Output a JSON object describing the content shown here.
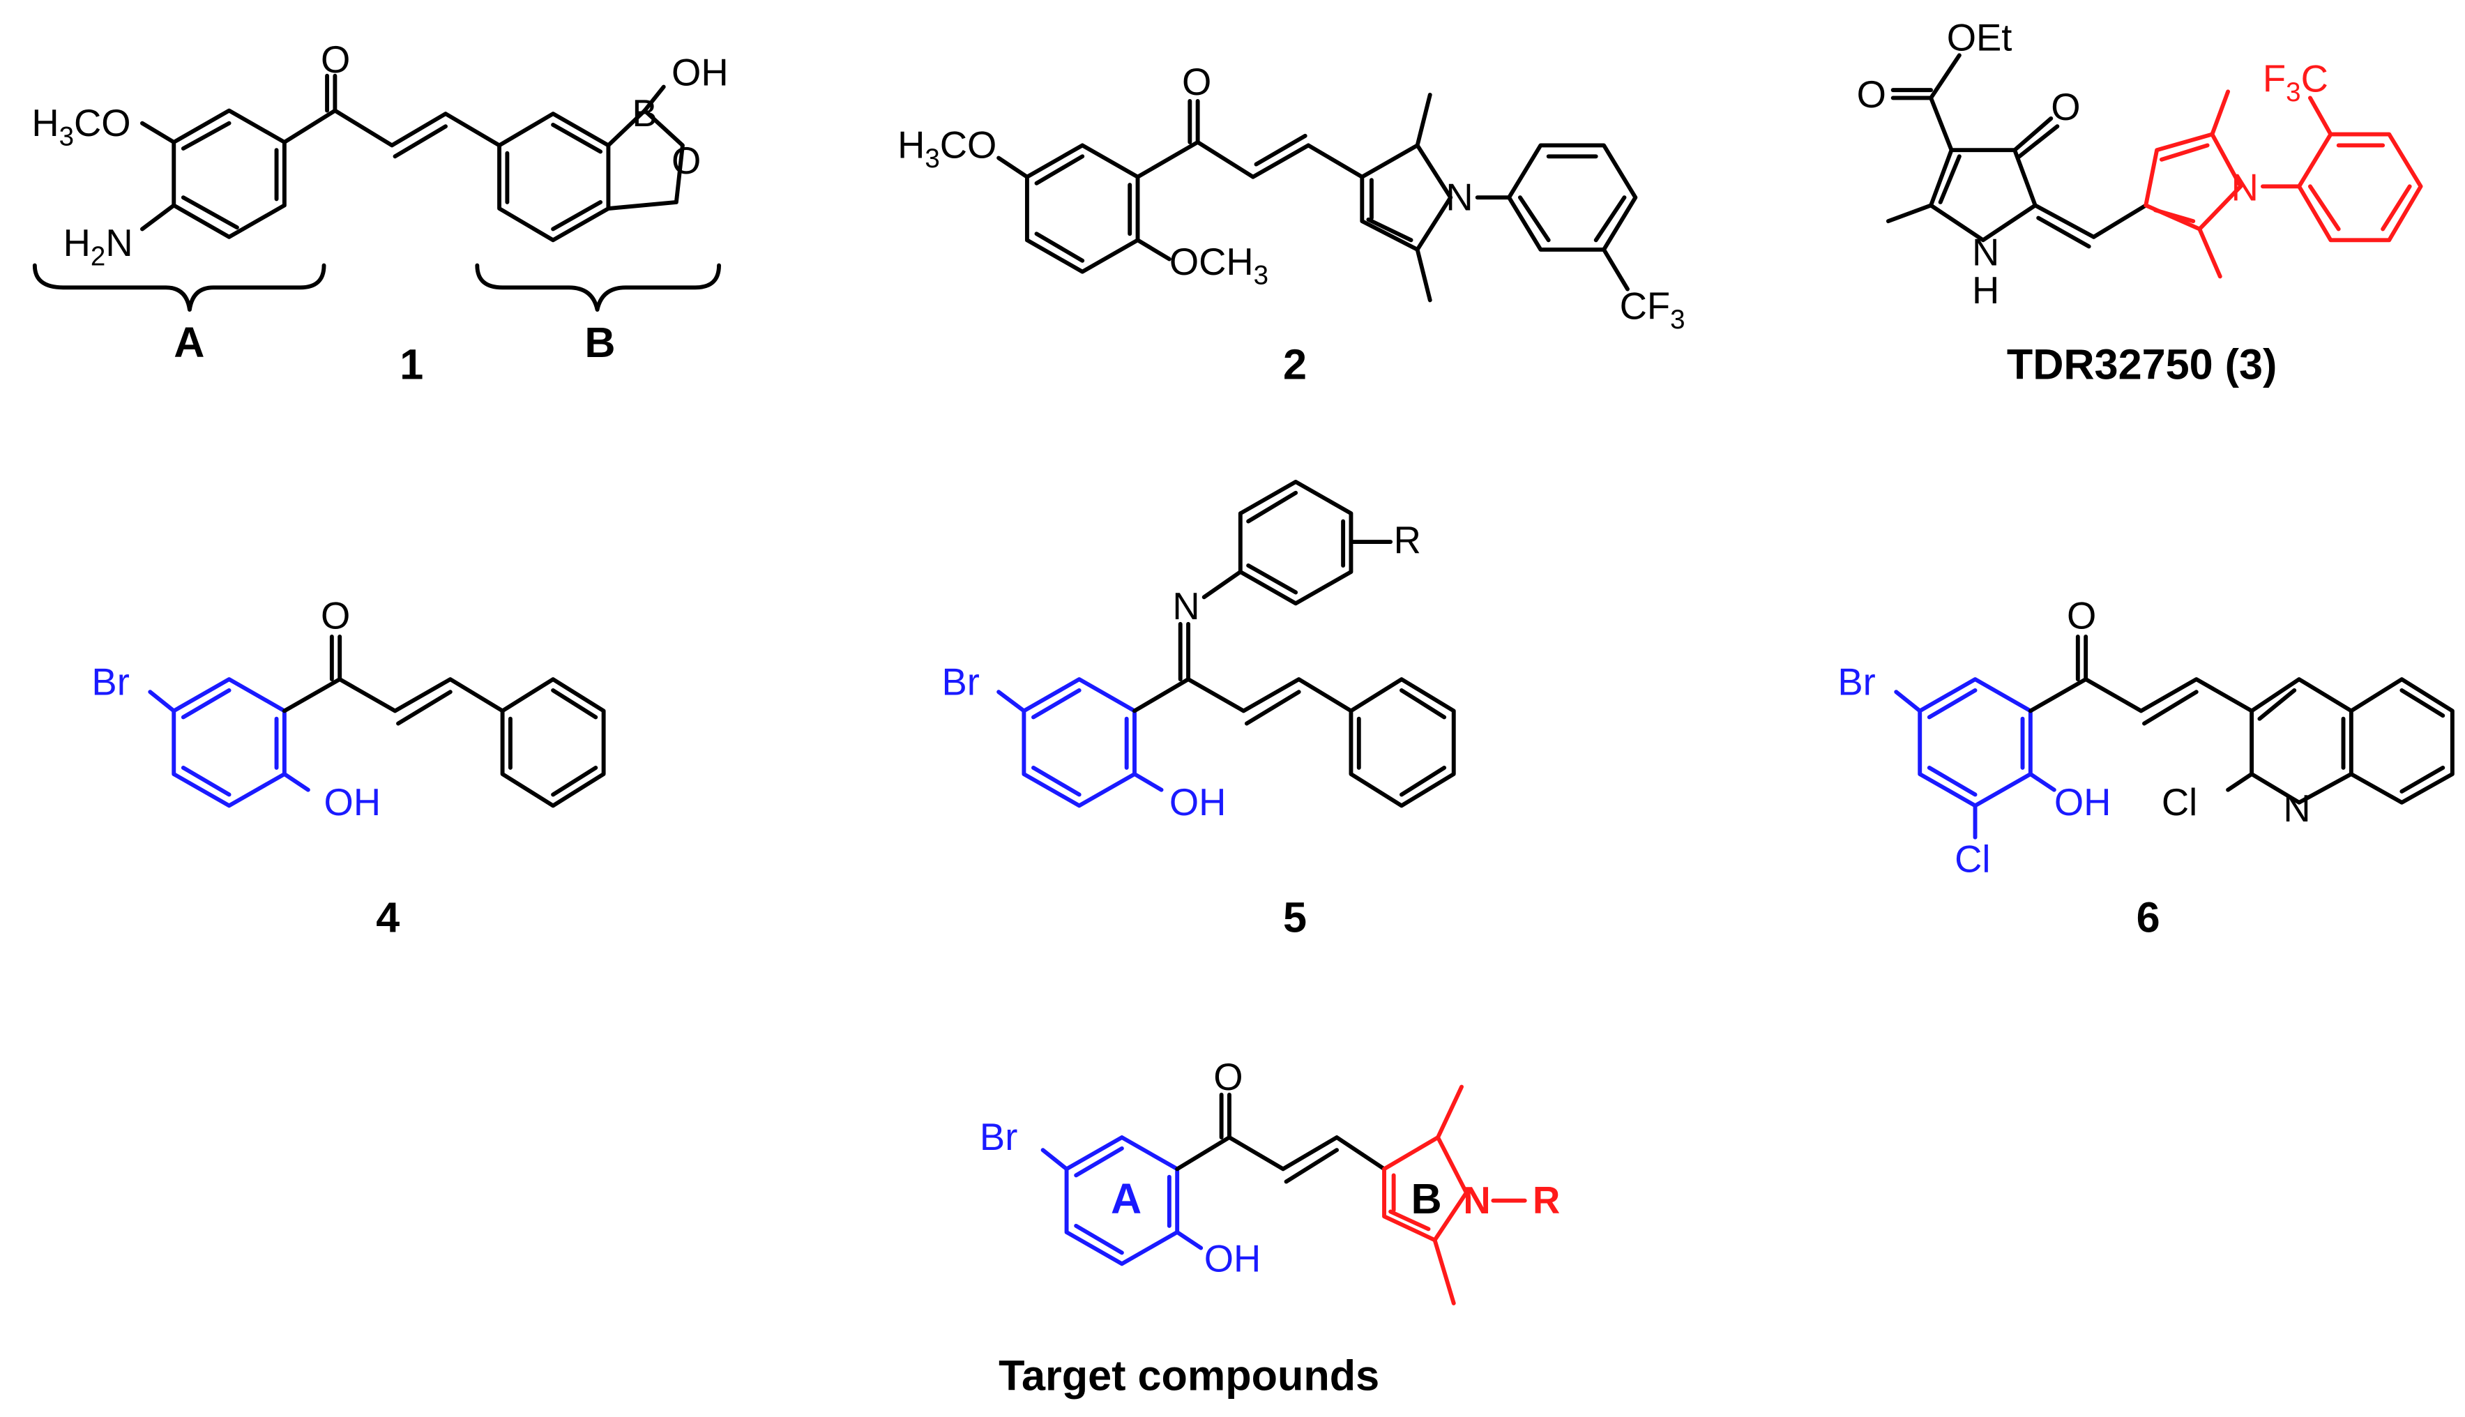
{
  "compounds": {
    "c1": {
      "label": "1",
      "fragment_a": "A",
      "fragment_b": "B",
      "atoms": {
        "o": "O",
        "oh": "OH",
        "b": "B",
        "o_ring": "O",
        "h3co_main": "H",
        "h3co_sub": "3",
        "h3co_tail": "CO",
        "h2n_main": "H",
        "h2n_sub": "2",
        "h2n_tail": "N"
      }
    },
    "c2": {
      "label": "2",
      "atoms": {
        "o": "O",
        "h3co_main": "H",
        "h3co_sub": "3",
        "h3co_tail": "CO",
        "och3_main": "OCH",
        "och3_sub": "3",
        "n": "N",
        "cf3_main": "CF",
        "cf3_sub": "3"
      }
    },
    "c3": {
      "label": "TDR32750 (3)",
      "atoms": {
        "oet": "OEt",
        "o_ester": "O",
        "o_ketone": "O",
        "nh_n": "N",
        "nh_h": "H",
        "n": "N",
        "f3c_main": "F",
        "f3c_sub": "3",
        "f3c_tail": "C"
      }
    },
    "c4": {
      "label": "4",
      "atoms": {
        "br": "Br",
        "o": "O",
        "oh": "OH"
      }
    },
    "c5": {
      "label": "5",
      "atoms": {
        "br": "Br",
        "n": "N",
        "r": "R",
        "oh": "OH"
      }
    },
    "c6": {
      "label": "6",
      "atoms": {
        "br": "Br",
        "o": "O",
        "oh": "OH",
        "cl_ring": "Cl",
        "cl_quin": "Cl",
        "n": "N"
      }
    },
    "target": {
      "label": "Target compounds",
      "ring_a": "A",
      "ring_b": "B",
      "atoms": {
        "br": "Br",
        "o": "O",
        "oh": "OH",
        "n": "N",
        "r": "R"
      }
    }
  },
  "colors": {
    "phenol_fragment": "#1a1aff",
    "pyrrole_fragment": "#ff1a1a",
    "default": "#000000"
  }
}
